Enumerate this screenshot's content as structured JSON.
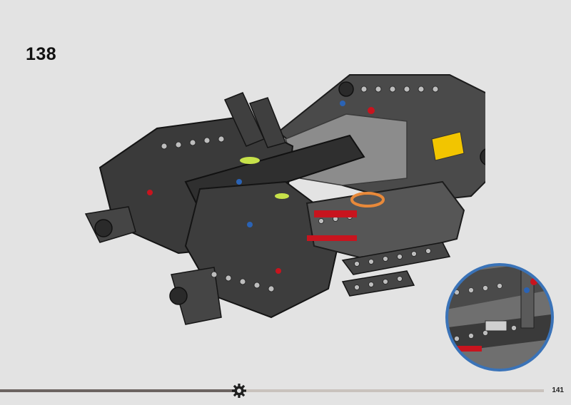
{
  "step": {
    "number": "138"
  },
  "illustration": {
    "icon": "lego-technic-chassis-illustration"
  },
  "callout": {
    "icon": "zoom-detail-callout"
  },
  "footer": {
    "progress": 0.44,
    "page_number": "141",
    "marker_icon": "gear-icon"
  },
  "colors": {
    "background": "#e3e3e3",
    "callout_border": "#3a73b8",
    "beam_dark": "#3c3c3c",
    "beam_light": "#8a8a8a",
    "pin_red": "#c8141e",
    "pin_blue": "#2a63b5",
    "accent_yellow": "#f2c500",
    "accent_orange": "#e8893a",
    "accent_lime": "#c7e24a"
  }
}
